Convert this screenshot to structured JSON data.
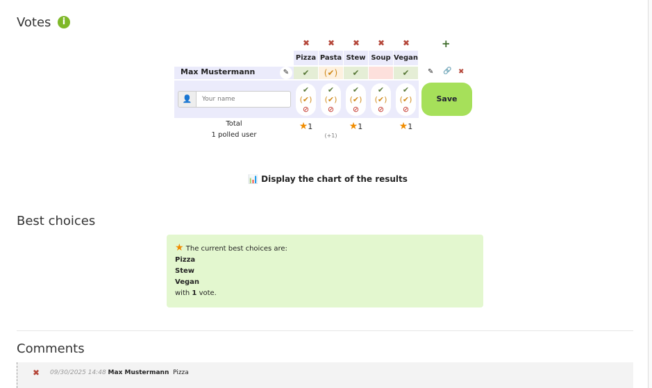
{
  "votes": {
    "title": "Votes",
    "info_icon": "info-icon",
    "choices": [
      "Pizza",
      "Pasta",
      "Stew",
      "Soup",
      "Vegan"
    ],
    "user": {
      "name": "Max Mustermann",
      "votes": [
        "yes",
        "maybe",
        "yes",
        "no",
        "yes"
      ]
    },
    "name_placeholder": "Your name",
    "save_label": "Save",
    "total_label": "Total",
    "polled_label": "1 polled user",
    "totals": [
      "1",
      "",
      "1",
      "",
      "1"
    ],
    "maybe_totals": [
      "",
      "(+1)",
      "",
      "",
      ""
    ],
    "chart_link": "Display the chart of the results"
  },
  "best": {
    "title": "Best choices",
    "intro": "The current best choices are:",
    "choices": [
      "Pizza",
      "Stew",
      "Vegan"
    ],
    "with": "with",
    "count": "1",
    "vote": "vote."
  },
  "comments": {
    "title": "Comments",
    "items": [
      {
        "date": "09/30/2025 14:48",
        "author": "Max Mustermann",
        "text": "Pizza"
      }
    ]
  },
  "colors": {
    "yes_bg": "#e5eed6",
    "maybe_bg": "#fdf1e0",
    "no_bg": "#fde0dc",
    "save": "#a6e05a",
    "best_bg": "#e3f7cf"
  }
}
